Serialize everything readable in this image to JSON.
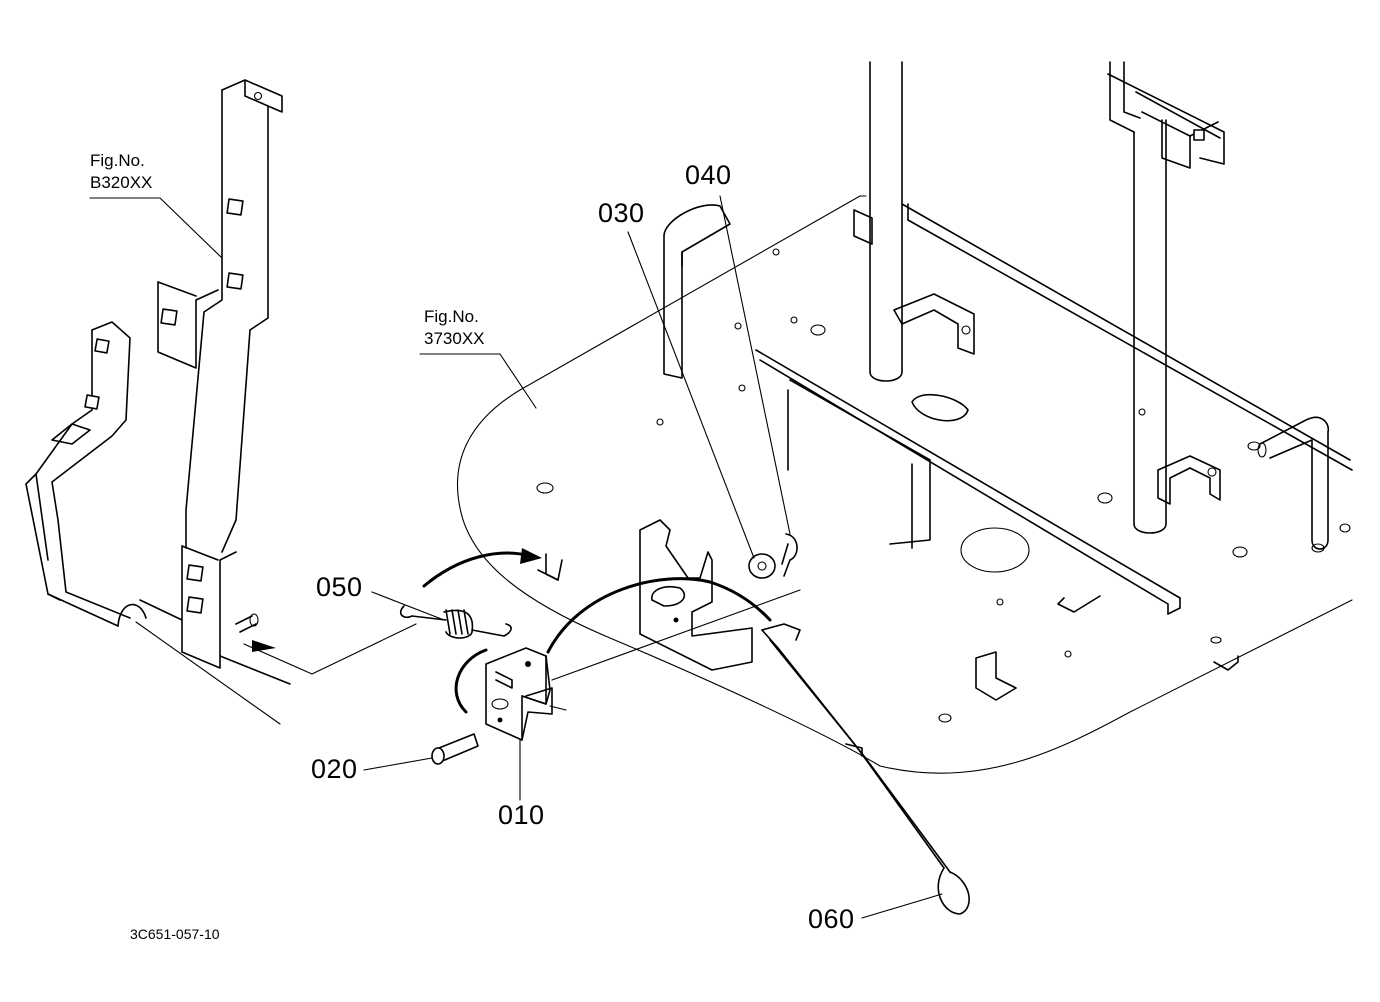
{
  "figure_refs": [
    {
      "line1": "Fig.No.",
      "line2": "B320XX"
    },
    {
      "line1": "Fig.No.",
      "line2": "3730XX"
    }
  ],
  "callouts": {
    "c010": "010",
    "c020": "020",
    "c030": "030",
    "c040": "040",
    "c050": "050",
    "c060": "060"
  },
  "drawing_code": "3C651-057-10"
}
